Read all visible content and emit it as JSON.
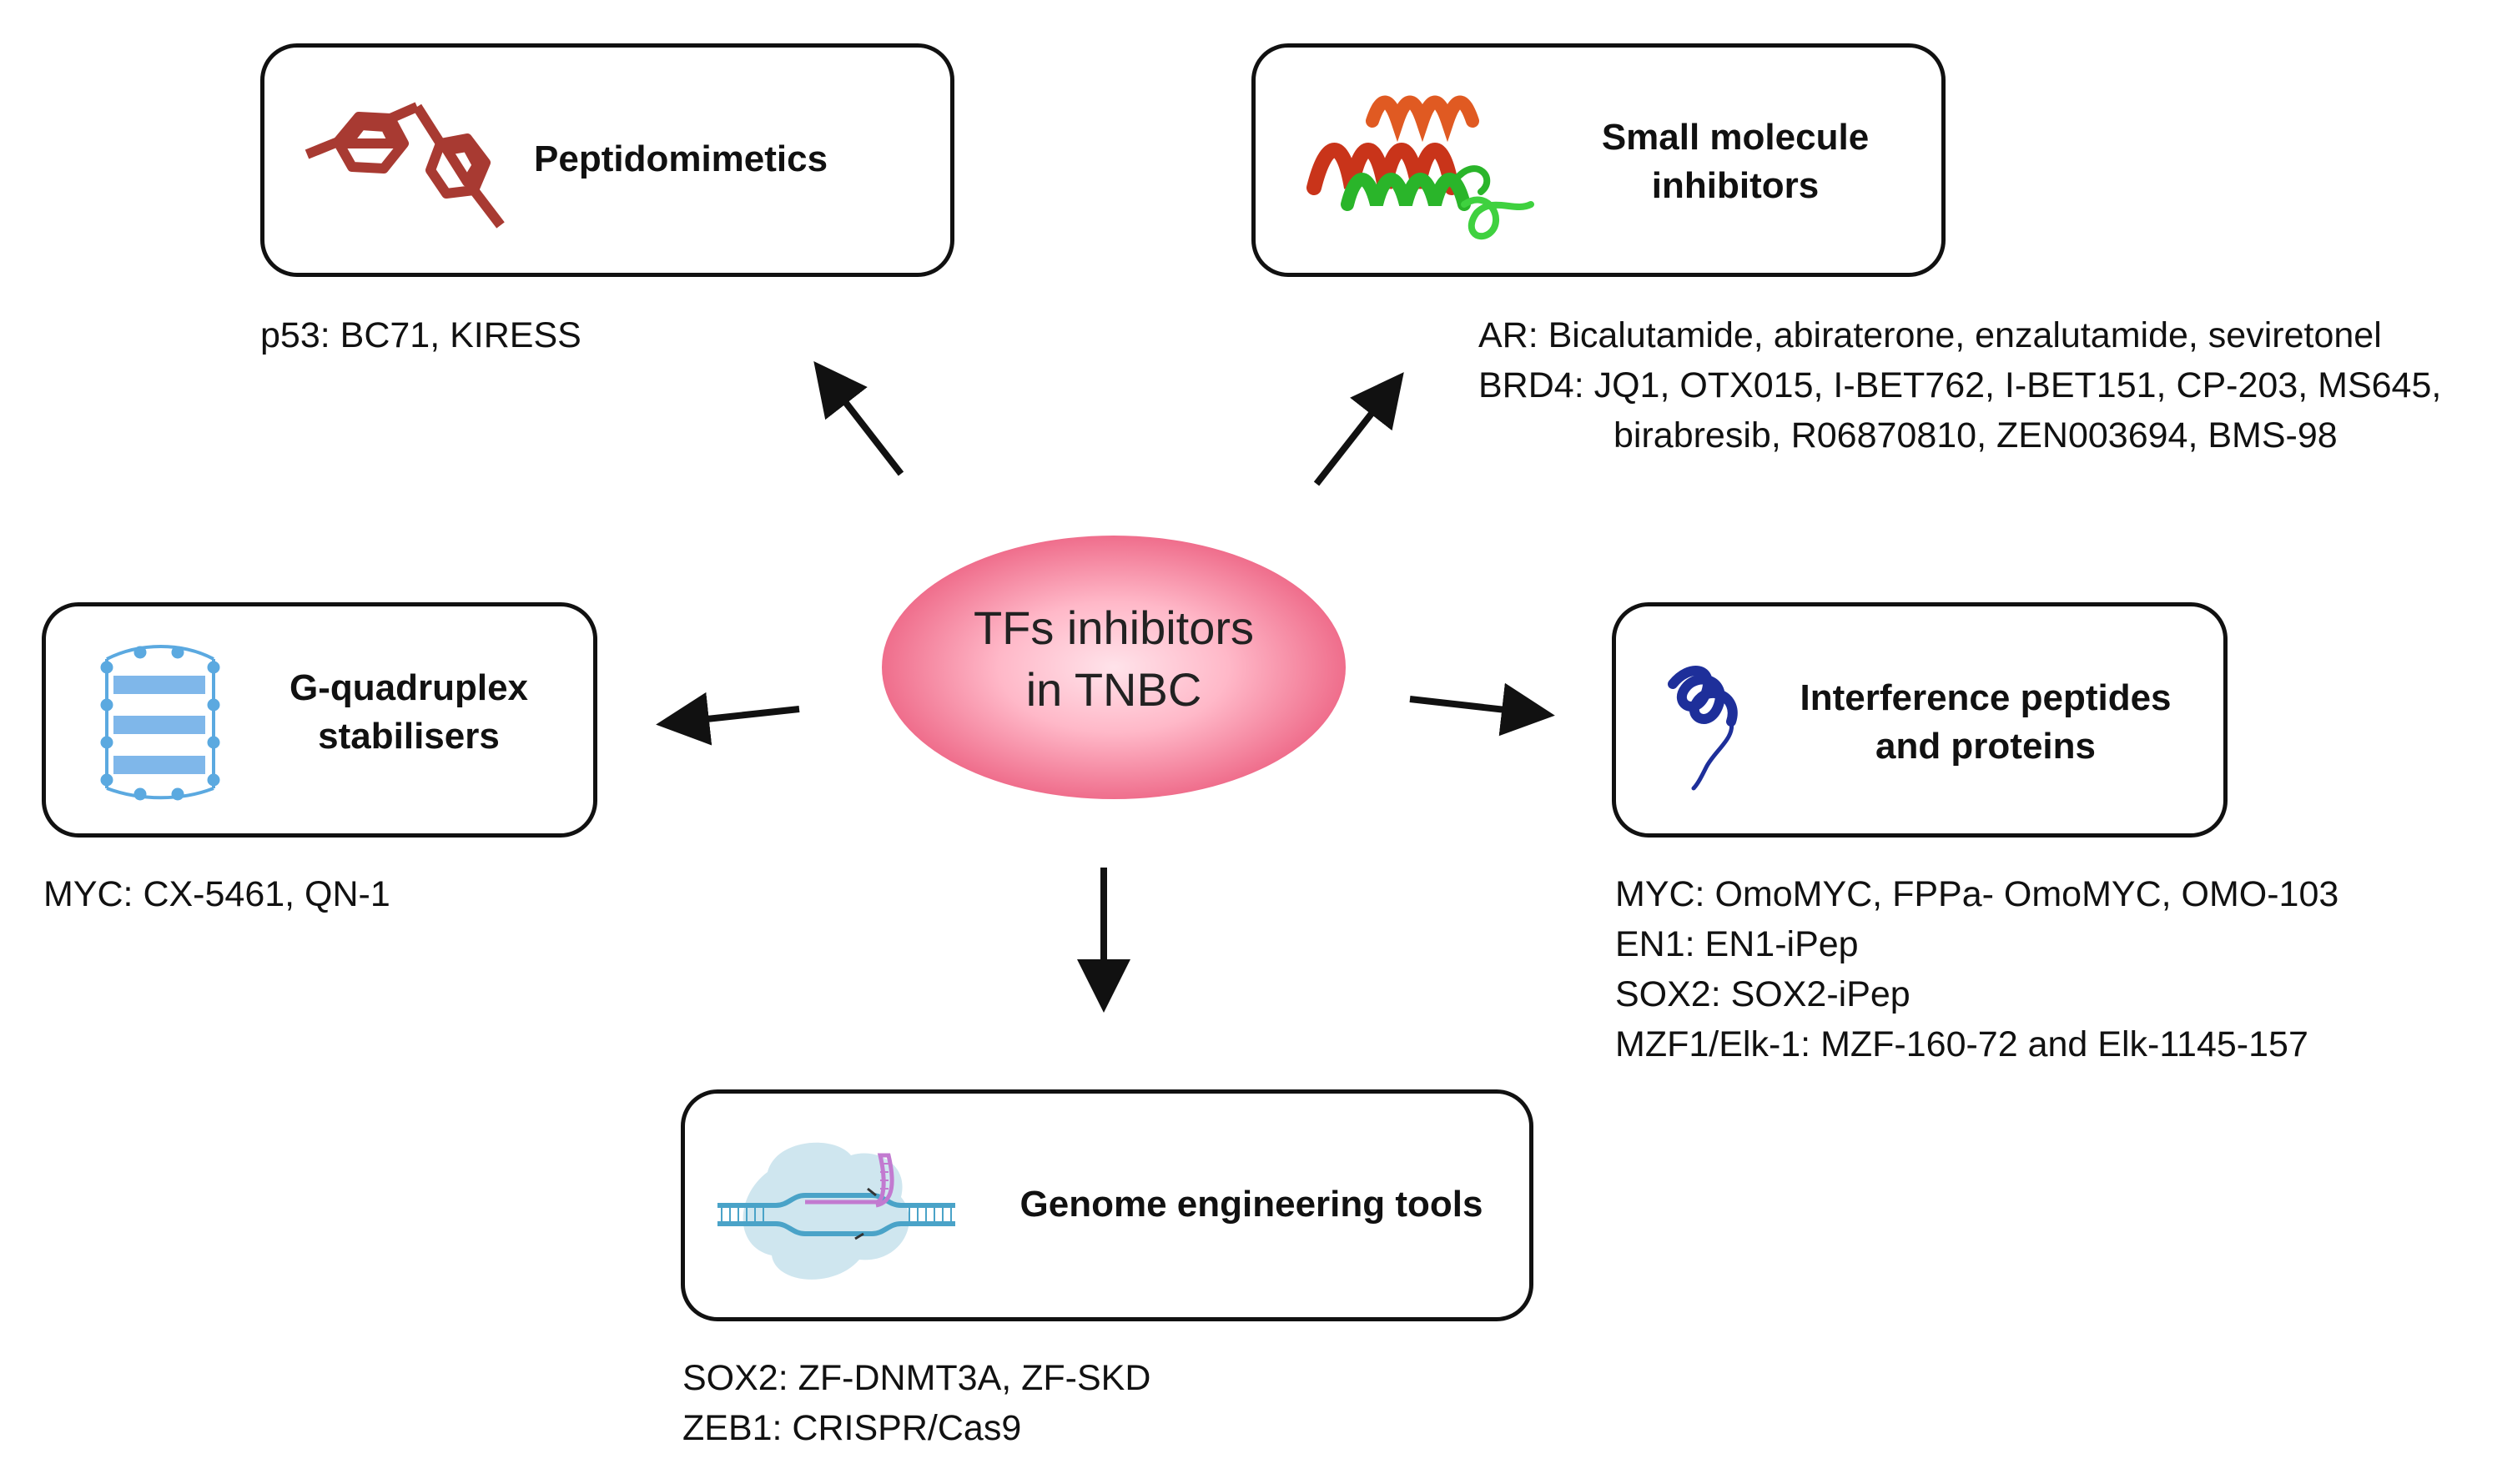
{
  "center": {
    "line1": "TFs inhibitors",
    "line2": "in TNBC"
  },
  "categories": {
    "peptidomimetics": {
      "title_lines": [
        "Peptidomimetics"
      ],
      "items": [
        "p53: BC71, KIRESS"
      ]
    },
    "small_molecule": {
      "title_lines": [
        "Small molecule",
        "inhibitors"
      ],
      "items": [
        "AR: Bicalutamide, abiraterone, enzalutamide, seviretonel",
        "BRD4: JQ1, OTX015, I-BET762, I-BET151, CP-203, MS645,",
        "birabresib, R06870810, ZEN003694, BMS-98"
      ]
    },
    "g_quadruplex": {
      "title_lines": [
        "G-quadruplex",
        "stabilisers"
      ],
      "items": [
        "MYC: CX-5461, QN-1"
      ]
    },
    "interference": {
      "title_lines": [
        "Interference peptides",
        "and proteins"
      ],
      "items": [
        "MYC: OmoMYC, FPPa- OmoMYC, OMO-103",
        "EN1: EN1-iPep",
        "SOX2: SOX2-iPep",
        "MZF1/Elk-1: MZF-160-72 and Elk-1145-157"
      ]
    },
    "genome": {
      "title_lines": [
        "Genome engineering tools"
      ],
      "items": [
        "SOX2: ZF-DNMT3A, ZF-SKD",
        "ZEB1: CRISPR/Cas9"
      ]
    }
  },
  "icons": {
    "peptidomimetics": "molecule-structure-icon",
    "small_molecule": "protein-ribbon-icon",
    "g_quadruplex": "g-quadruplex-icon",
    "interference": "peptide-helix-icon",
    "genome": "crispr-dna-icon"
  },
  "colors": {
    "ellipse_fill": "#f1728e",
    "ellipse_center": "#ffd9e1",
    "molecule": "#a83a32",
    "helix_red": "#d9461e",
    "helix_green": "#2fbf2f",
    "quadruplex": "#5ba9e0",
    "peptide": "#1e2f9a",
    "dna": "#4aa3c8",
    "rna": "#c27ad0"
  }
}
